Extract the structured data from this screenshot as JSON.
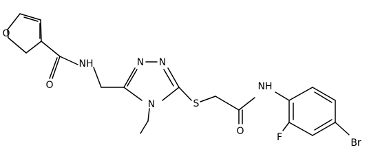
{
  "atom_labels": {
    "furan_o": "O",
    "carbonyl_o1": "O",
    "amide_nh1": "NH",
    "triazole_n1": "N",
    "triazole_n2": "N",
    "triazole_n4": "N",
    "sulfur": "S",
    "carbonyl_o2": "O",
    "amide_nh2": "NH",
    "fluorine": "F",
    "bromine": "Br"
  }
}
